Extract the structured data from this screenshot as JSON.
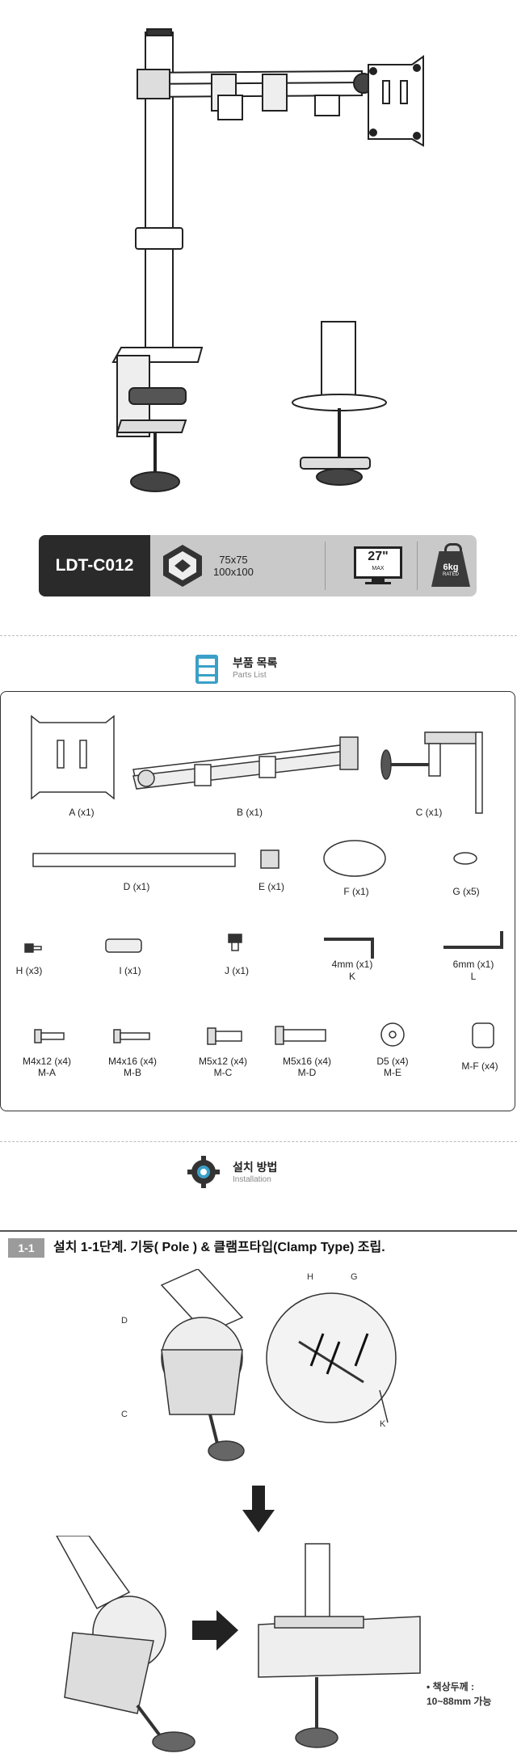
{
  "spec_bar": {
    "model": "LDT-C012",
    "vesa_line1": "75x75",
    "vesa_line2": "100x100",
    "max_size": "27\"",
    "max_label": "MAX",
    "weight": "6kg",
    "weight_label": "RATED"
  },
  "parts_header": {
    "title": "부품 목록",
    "subtitle": "Parts List"
  },
  "parts": [
    {
      "label": "A (x1)"
    },
    {
      "label": "B (x1)"
    },
    {
      "label": "C (x1)"
    },
    {
      "label": "D (x1)"
    },
    {
      "label": "E (x1)"
    },
    {
      "label": "F (x1)"
    },
    {
      "label": "G (x5)"
    },
    {
      "label": "H (x3)"
    },
    {
      "label": "I (x1)"
    },
    {
      "label": "J (x1)"
    },
    {
      "label": "4mm (x1)",
      "sub": "K"
    },
    {
      "label": "6mm (x1)",
      "sub": "L"
    },
    {
      "label": "M4x12 (x4)",
      "sub": "M-A"
    },
    {
      "label": "M4x16 (x4)",
      "sub": "M-B"
    },
    {
      "label": "M5x12 (x4)",
      "sub": "M-C"
    },
    {
      "label": "M5x16 (x4)",
      "sub": "M-D"
    },
    {
      "label": "D5 (x4)",
      "sub": "M-E"
    },
    {
      "label": "M-F (x4)"
    }
  ],
  "install_header": {
    "title": "설치 방법",
    "subtitle": "Installation"
  },
  "step": {
    "badge": "1-1",
    "text": "설치 1-1단계. 기둥( Pole ) & 클램프타입(Clamp Type) 조립."
  },
  "callouts": {
    "D": "D",
    "C": "C",
    "H": "H",
    "G": "G",
    "K": "K"
  },
  "desk_note": {
    "line1": "• 책상두께 :",
    "line2": "10~88mm 가능"
  },
  "colors": {
    "dark": "#2a2a2a",
    "bar": "#c9c9c9",
    "badge": "#9b9b9b",
    "accent": "#3aa0c8"
  }
}
